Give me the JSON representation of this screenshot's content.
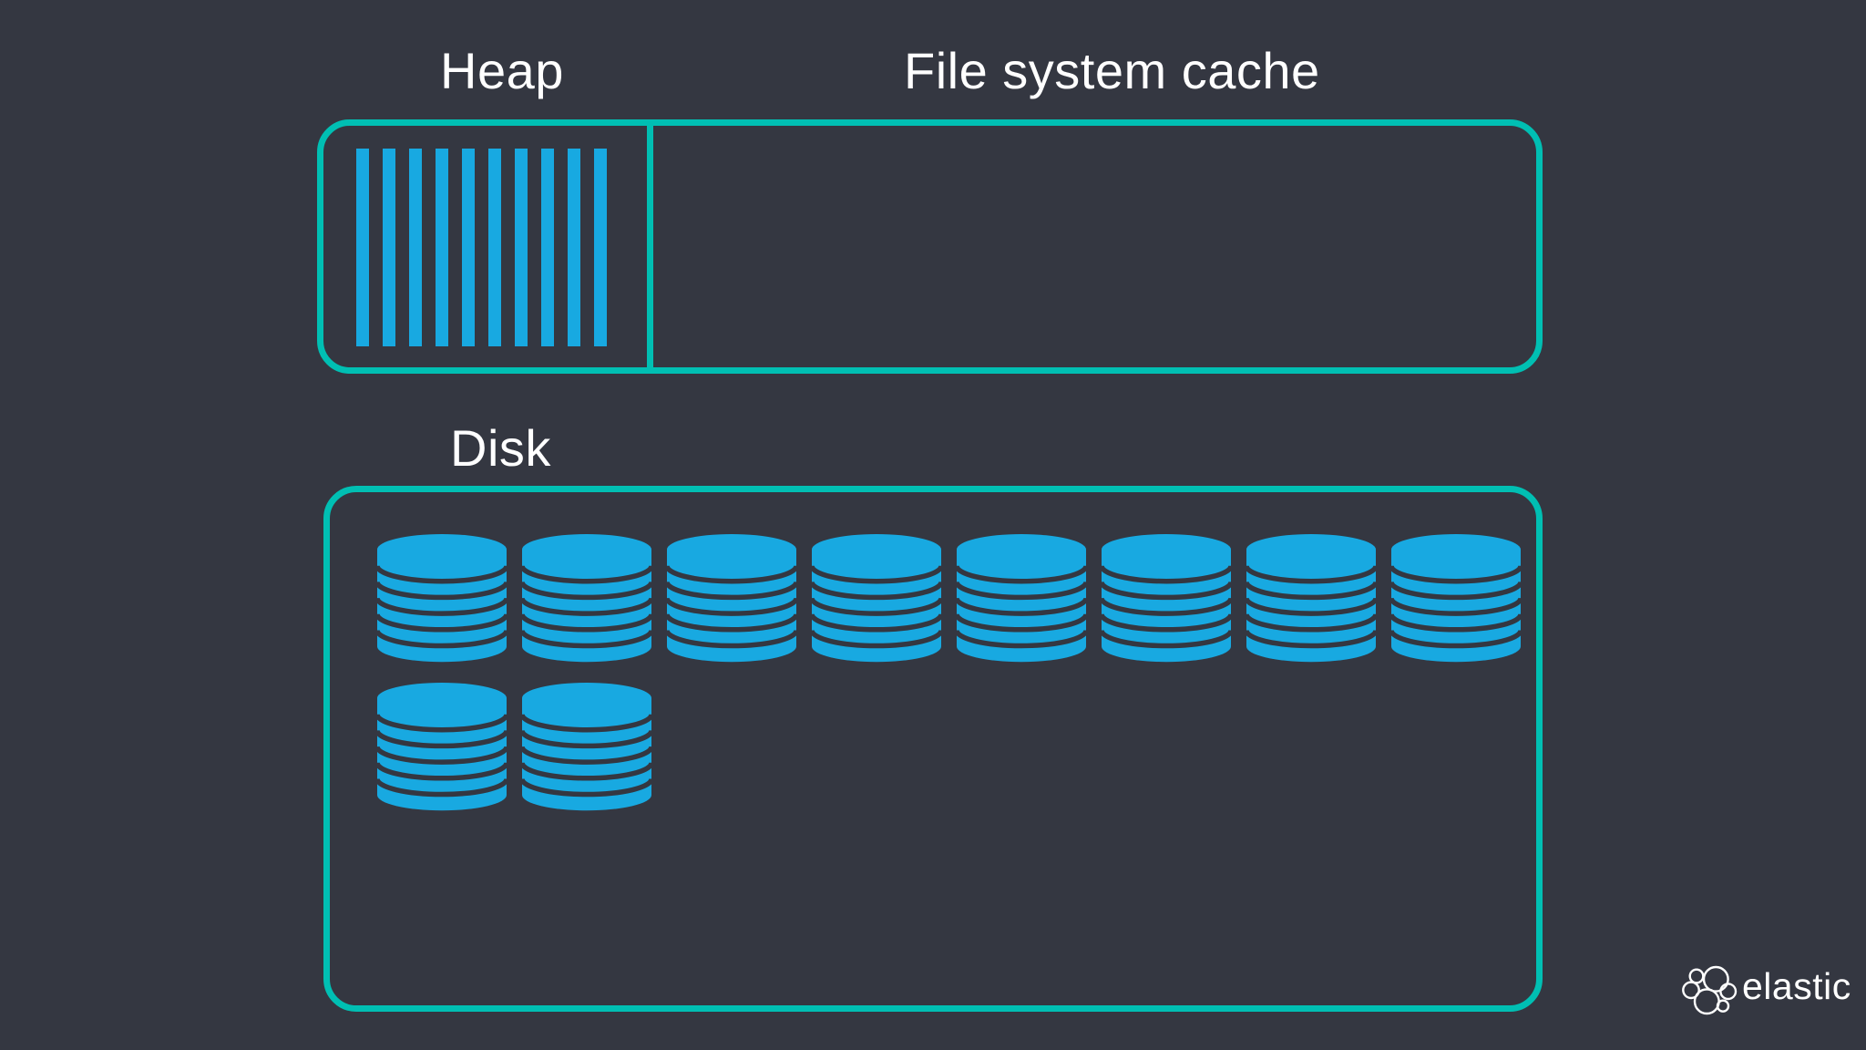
{
  "colors": {
    "background": "#343741",
    "outline": "#00BFB3",
    "fill": "#18A9E1",
    "text": "#ffffff"
  },
  "memory": {
    "heap": {
      "label": "Heap",
      "segment_count": 10
    },
    "file_system_cache": {
      "label": "File system cache"
    }
  },
  "disk": {
    "label": "Disk",
    "stack_rows": [
      8,
      2
    ],
    "total_stacks": 10,
    "stack_layers": 6
  },
  "branding": {
    "logo_text": "elastic",
    "logo_icon": "elastic-cluster-icon"
  }
}
